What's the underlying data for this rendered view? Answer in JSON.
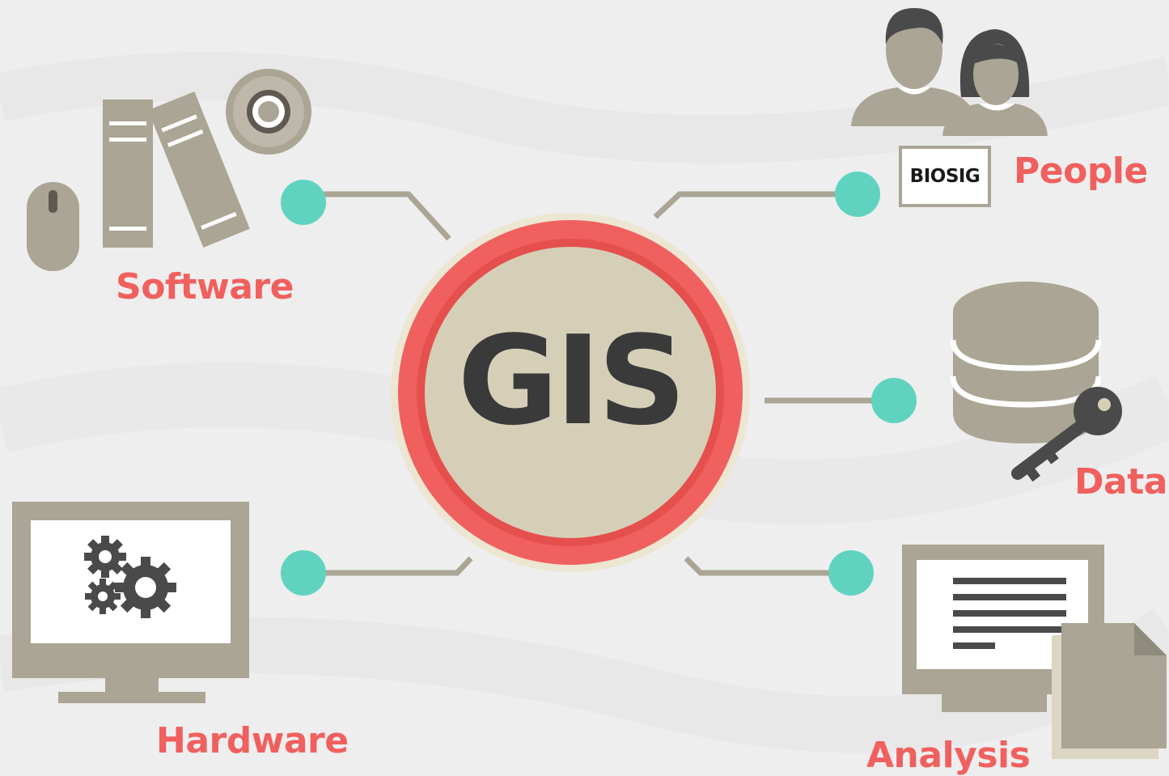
{
  "center": {
    "title": "GIS"
  },
  "nodes": {
    "software": {
      "label": "Software"
    },
    "people": {
      "label": "People",
      "sign_text": "BIOSIG"
    },
    "data": {
      "label": "Data"
    },
    "hardware": {
      "label": "Hardware"
    },
    "analysis": {
      "label": "Analysis"
    }
  },
  "colors": {
    "accent": "#f0605e",
    "connector_dot": "#5fd3c0",
    "connector_line": "#aaa594",
    "icon_fill": "#aaa594",
    "icon_dark": "#4a4a4a",
    "center_fill": "#d6cfb8",
    "background": "#efefef"
  },
  "icons": [
    "mouse-icon",
    "book-icon",
    "disc-icon",
    "people-icon",
    "database-icon",
    "key-icon",
    "monitor-gears-icon",
    "monitor-document-icon",
    "document-icon"
  ]
}
